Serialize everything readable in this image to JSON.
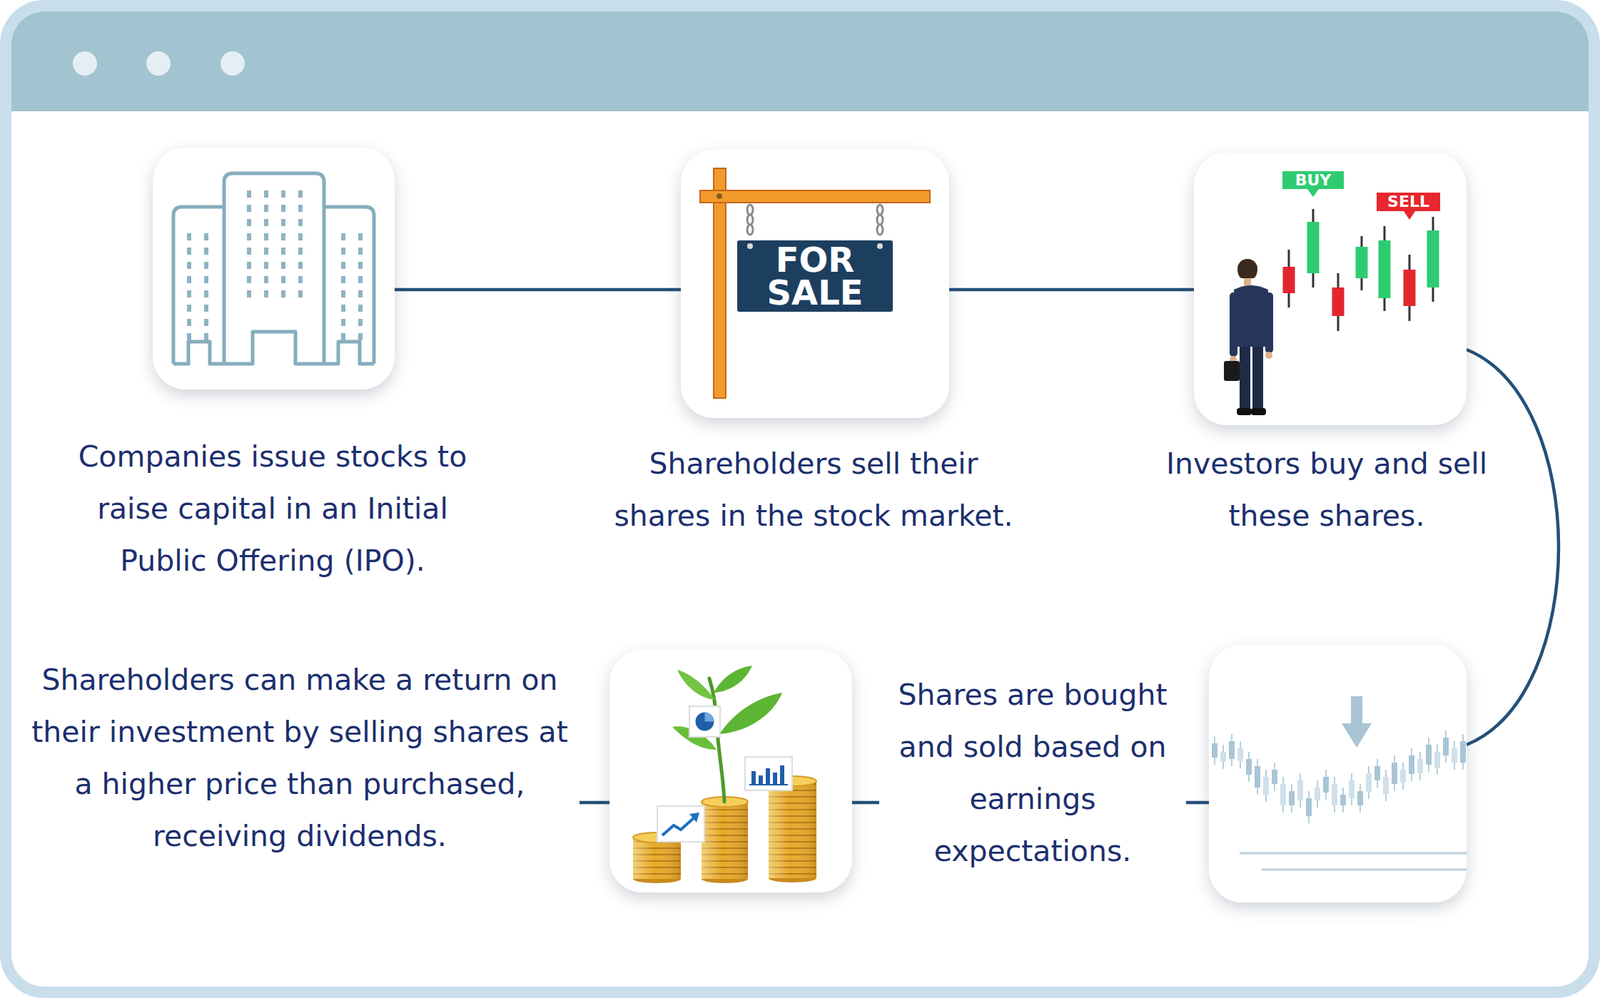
{
  "diagram": {
    "nodes": [
      {
        "text": [
          "Companies issue stocks to raise capital in an Initial Public Offering (IPO)."
        ]
      },
      {
        "text": [
          "Shareholders sell their shares in the stock market."
        ]
      },
      {
        "text": [
          "Investors buy and sell these shares."
        ]
      },
      {
        "text": [
          "Shares are bought and sold based on earnings expectations."
        ]
      },
      {
        "text": [
          "Shareholders can make a return on their investment by selling shares at a higher price than purchased, receiving dividends."
        ]
      }
    ],
    "edges": [
      {
        "from": 0,
        "to": 1,
        "arrow": "none"
      },
      {
        "from": 1,
        "to": 2,
        "arrow": "none"
      },
      {
        "from": 2,
        "to": 3,
        "arrow": "none"
      },
      {
        "from": 3,
        "to": 4,
        "arrow": "none"
      }
    ],
    "labels": [
      "FOR SALE",
      "BUY",
      "SELL"
    ]
  }
}
